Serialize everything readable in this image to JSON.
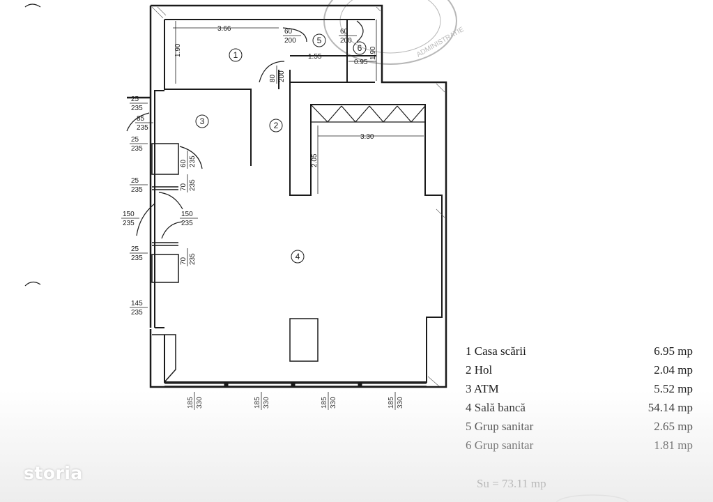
{
  "rooms": [
    {
      "num": "1",
      "name": "Casa scării",
      "area": "6.95 mp"
    },
    {
      "num": "2",
      "name": "Hol",
      "area": "2.04 mp"
    },
    {
      "num": "3",
      "name": "ATM",
      "area": "5.52 mp"
    },
    {
      "num": "4",
      "name": "Sală bancă",
      "area": "54.14 mp"
    },
    {
      "num": "5",
      "name": "Grup sanitar",
      "area": "2.65 mp"
    },
    {
      "num": "6",
      "name": "Grup sanitar",
      "area": "1.81 mp"
    }
  ],
  "total": "Su = 73.11 mp",
  "dims": {
    "d366": "3.66",
    "d190a": "1.90",
    "d155": "1.55",
    "d095": "0.95",
    "d190b": "1.90",
    "d330": "3.30",
    "d205": "2.05"
  },
  "openings": [
    {
      "w": "60",
      "h": "200"
    },
    {
      "w": "60",
      "h": "200"
    },
    {
      "w": "80",
      "h": "200"
    },
    {
      "w": "25",
      "h": "235"
    },
    {
      "w": "85",
      "h": "235"
    },
    {
      "w": "25",
      "h": "235"
    },
    {
      "w": "60",
      "h": "235"
    },
    {
      "w": "25",
      "h": "235"
    },
    {
      "w": "70",
      "h": "235"
    },
    {
      "w": "150",
      "h": "235"
    },
    {
      "w": "150",
      "h": "235"
    },
    {
      "w": "25",
      "h": "235"
    },
    {
      "w": "70",
      "h": "235"
    },
    {
      "w": "145",
      "h": "235"
    },
    {
      "w": "185",
      "h": "330"
    },
    {
      "w": "185",
      "h": "330"
    },
    {
      "w": "185",
      "h": "330"
    },
    {
      "w": "185",
      "h": "330"
    }
  ],
  "brand": "storia",
  "stamp_text": "ADMINISTRATIE"
}
